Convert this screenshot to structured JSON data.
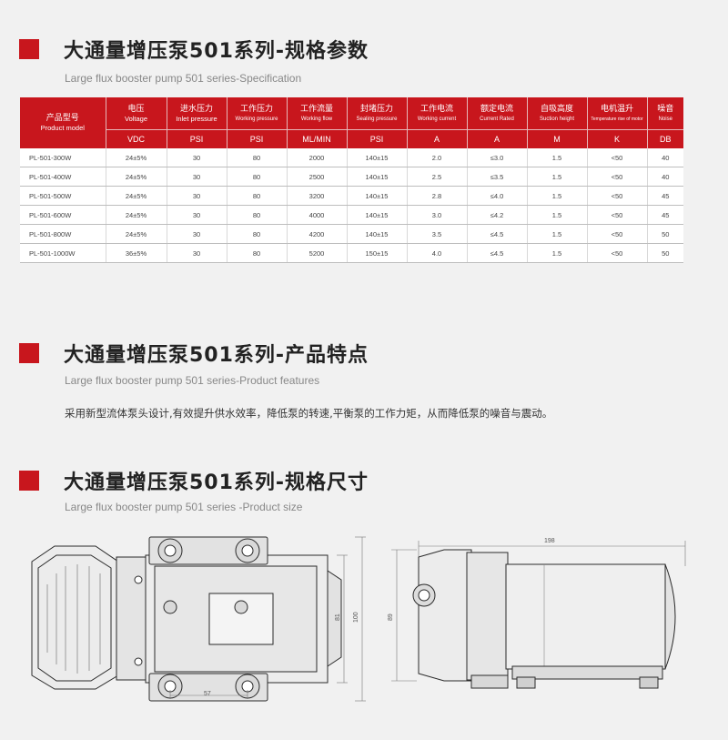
{
  "sections": {
    "spec": {
      "title_cn": "大通量增压泵501系列-规格参数",
      "title_en": "Large flux booster pump 501 series-Specification"
    },
    "features": {
      "title_cn": "大通量增压泵501系列-产品特点",
      "title_en": "Large flux booster pump 501 series-Product features",
      "text": "采用新型流体泵头设计,有效提升供水效率，降低泵的转速,平衡泵的工作力矩，从而降低泵的噪音与震动。"
    },
    "size": {
      "title_cn": "大通量增压泵501系列-规格尺寸",
      "title_en": "Large flux booster pump 501 series -Product size"
    }
  },
  "table": {
    "model_header": {
      "cn": "产品型号",
      "en": "Product model"
    },
    "columns": [
      {
        "cn": "电压",
        "en": "Voltage",
        "unit": "VDC"
      },
      {
        "cn": "进水压力",
        "en": "Inlet pressure",
        "unit": "PSI"
      },
      {
        "cn": "工作压力",
        "en": "Working pressure",
        "unit": "PSI"
      },
      {
        "cn": "工作流量",
        "en": "Working flow",
        "unit": "ML/MIN"
      },
      {
        "cn": "封堵压力",
        "en": "Sealing pressure",
        "unit": "PSI"
      },
      {
        "cn": "工作电流",
        "en": "Working current",
        "unit": "A"
      },
      {
        "cn": "额定电流",
        "en": "Current Rated",
        "unit": "A"
      },
      {
        "cn": "自吸高度",
        "en": "Suction height",
        "unit": "M"
      },
      {
        "cn": "电机温升",
        "en": "Temperature rise of motor",
        "unit": "K"
      },
      {
        "cn": "噪音",
        "en": "Noise",
        "unit": "DB"
      }
    ],
    "rows": [
      [
        "PL-501-300W",
        "24±5%",
        "30",
        "80",
        "2000",
        "140±15",
        "2.0",
        "≤3.0",
        "1.5",
        "<50",
        "40"
      ],
      [
        "PL-501-400W",
        "24±5%",
        "30",
        "80",
        "2500",
        "140±15",
        "2.5",
        "≤3.5",
        "1.5",
        "<50",
        "40"
      ],
      [
        "PL-501-500W",
        "24±5%",
        "30",
        "80",
        "3200",
        "140±15",
        "2.8",
        "≤4.0",
        "1.5",
        "<50",
        "45"
      ],
      [
        "PL-501-600W",
        "24±5%",
        "30",
        "80",
        "4000",
        "140±15",
        "3.0",
        "≤4.2",
        "1.5",
        "<50",
        "45"
      ],
      [
        "PL-501-800W",
        "24±5%",
        "30",
        "80",
        "4200",
        "140±15",
        "3.5",
        "≤4.5",
        "1.5",
        "<50",
        "50"
      ],
      [
        "PL-501-1000W",
        "36±5%",
        "30",
        "80",
        "5200",
        "150±15",
        "4.0",
        "≤4.5",
        "1.5",
        "<50",
        "50"
      ]
    ]
  },
  "dimensions": {
    "top_view": {
      "width": "57",
      "height_inner": "81",
      "height_outer": "100"
    },
    "side_view": {
      "length": "198",
      "height": "89"
    }
  },
  "colors": {
    "accent": "#c8161d",
    "background": "#f1f1f1"
  }
}
